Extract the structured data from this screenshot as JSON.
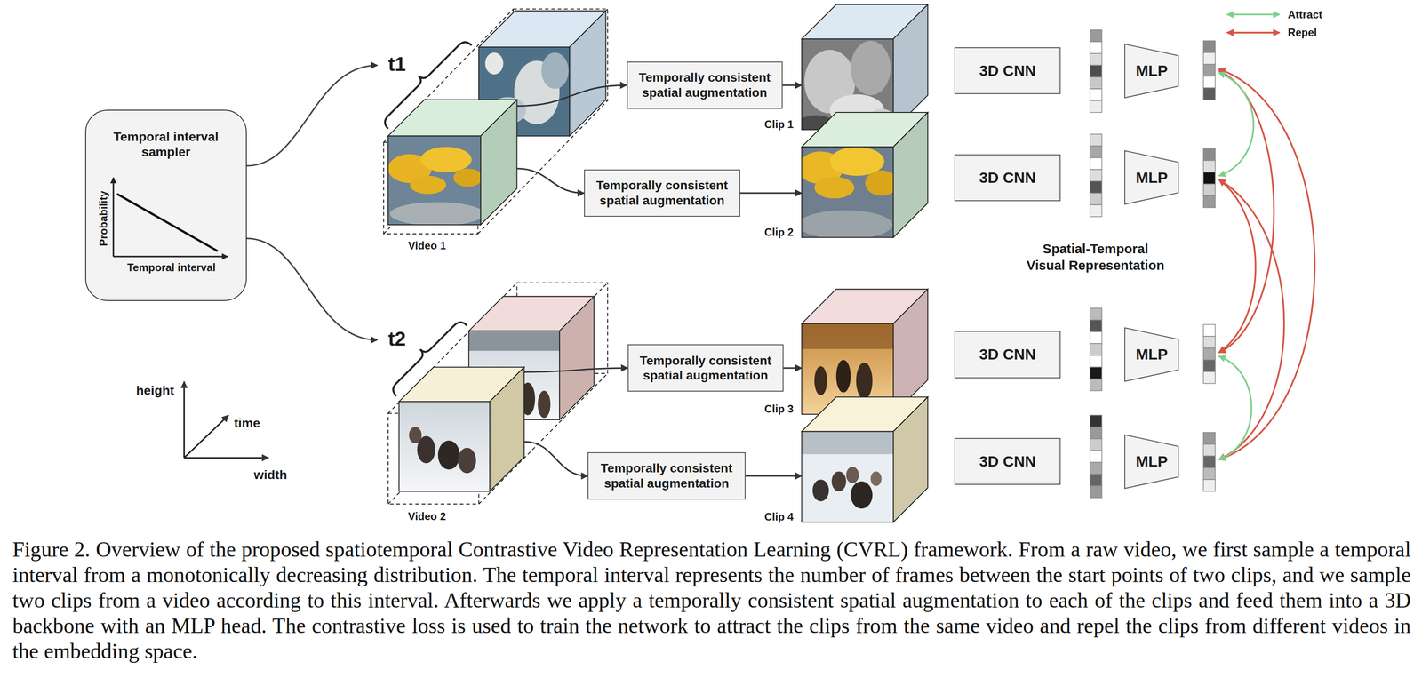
{
  "diagram": {
    "caption": "Figure 2. Overview of the proposed spatiotemporal Contrastive Video Representation Learning (CVRL) framework. From a raw video, we first sample a temporal interval from a monotonically decreasing distribution. The temporal interval represents the number of frames between the start points of two clips, and we sample two clips from a video according to this interval. Afterwards we apply a temporally consistent spatial augmentation to each of the clips and feed them into a 3D backbone with an MLP head. The contrastive loss is used to train the network to attract the clips from the same video and repel the clips from different videos in the embedding space.",
    "nodes": [
      {
        "text": [
          "Temporal interval sampler",
          "Probability",
          "Temporal interval"
        ]
      },
      {
        "text": [
          "Video 1"
        ]
      },
      {
        "text": [
          "Temporally consistent spatial augmentation"
        ]
      },
      {
        "text": [
          "Temporally consistent spatial augmentation"
        ]
      },
      {
        "text": [
          "Clip 1"
        ]
      },
      {
        "text": [
          "Clip 2"
        ]
      },
      {
        "text": [
          "Video 2"
        ]
      },
      {
        "text": [
          "Temporally consistent spatial augmentation"
        ]
      },
      {
        "text": [
          "Temporally consistent spatial augmentation"
        ]
      },
      {
        "text": [
          "Clip 3"
        ]
      },
      {
        "text": [
          "Clip 4"
        ]
      },
      {
        "text": [
          "3D CNN"
        ]
      },
      {
        "text": [
          "3D CNN"
        ]
      },
      {
        "text": [
          "3D CNN"
        ]
      },
      {
        "text": [
          "3D CNN"
        ]
      },
      {
        "text": [
          "MLP"
        ]
      },
      {
        "text": [
          "MLP"
        ]
      },
      {
        "text": [
          "MLP"
        ]
      },
      {
        "text": [
          "MLP"
        ]
      }
    ],
    "edges": [
      {
        "from": 1,
        "to": 2,
        "arrow": "to"
      },
      {
        "from": 1,
        "to": 3,
        "arrow": "to"
      },
      {
        "from": 2,
        "to": 4,
        "arrow": "to"
      },
      {
        "from": 3,
        "to": 5,
        "arrow": "to"
      },
      {
        "from": 6,
        "to": 7,
        "arrow": "to"
      },
      {
        "from": 6,
        "to": 8,
        "arrow": "to"
      },
      {
        "from": 7,
        "to": 9,
        "arrow": "to"
      },
      {
        "from": 8,
        "to": 10,
        "arrow": "to"
      }
    ],
    "labels": [
      "t1",
      "t2",
      "Spatial-Temporal Visual Representation",
      "height",
      "time",
      "width"
    ],
    "legend": [
      {
        "text": "Attract"
      },
      {
        "text": "Repel"
      }
    ]
  }
}
